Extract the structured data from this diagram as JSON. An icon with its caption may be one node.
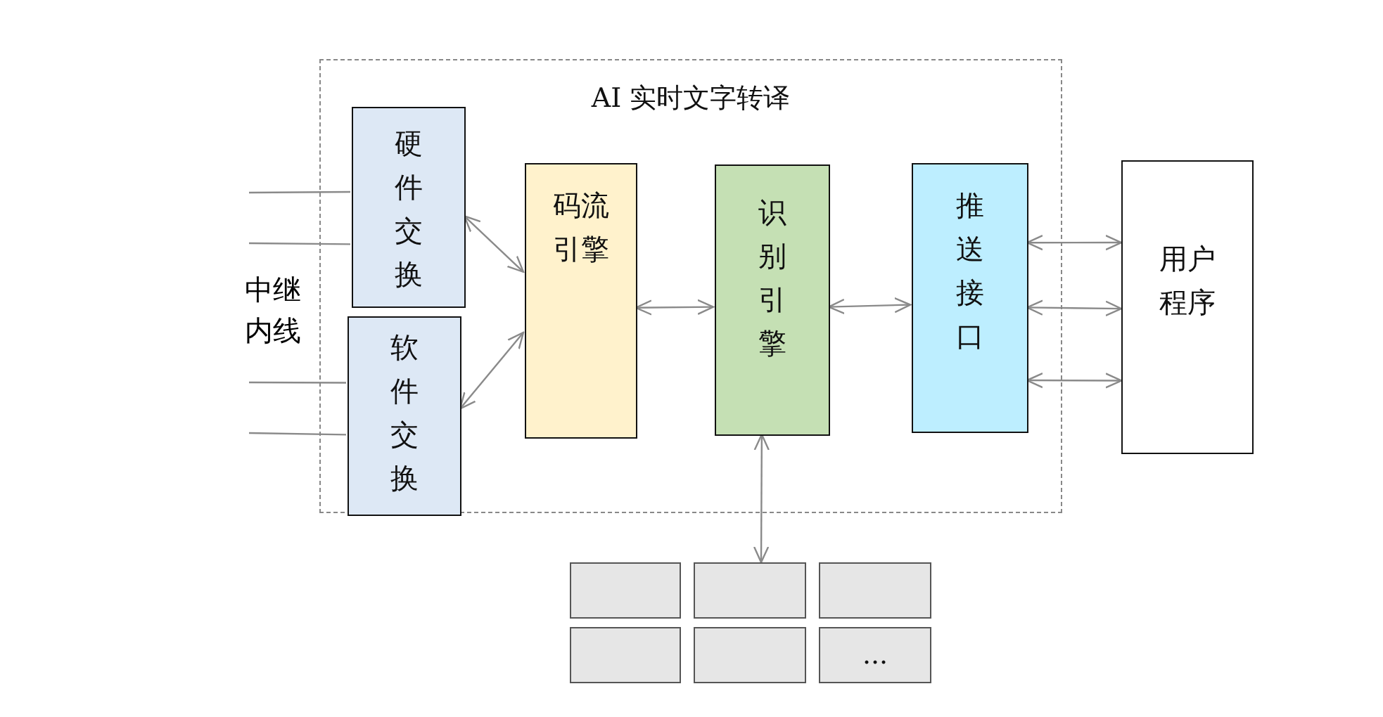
{
  "diagram": {
    "nodes": [
      {
        "text": [
          "AI 实时文字转译"
        ]
      },
      {
        "text": [
          "硬件交换"
        ],
        "in": 0
      },
      {
        "text": [
          "软件交换"
        ],
        "in": 0
      },
      {
        "text": [
          "码流引擎"
        ],
        "in": 0
      },
      {
        "text": [
          "识别引擎"
        ],
        "in": 0
      },
      {
        "text": [
          "推送接口"
        ],
        "in": 0
      },
      {
        "text": [
          "用户程序"
        ]
      },
      {
        "text": [],
        "shape": "box"
      },
      {
        "text": [],
        "shape": "box"
      },
      {
        "text": [],
        "shape": "box"
      },
      {
        "text": [],
        "shape": "box"
      },
      {
        "text": [],
        "shape": "box"
      },
      {
        "text": [
          "..."
        ]
      }
    ],
    "edges": [
      {
        "from": 1,
        "to": 3,
        "arrow": "both"
      },
      {
        "from": 2,
        "to": 3,
        "arrow": "both"
      },
      {
        "from": 3,
        "to": 4,
        "arrow": "both"
      },
      {
        "from": 4,
        "to": 5,
        "arrow": "both"
      },
      {
        "from": 5,
        "to": 6,
        "arrow": "both"
      },
      {
        "from": 5,
        "to": 6,
        "arrow": "both"
      },
      {
        "from": 5,
        "to": 6,
        "arrow": "both"
      },
      {
        "from": 4,
        "to": 8,
        "arrow": "both"
      },
      {
        "from": null,
        "to": 1,
        "arrow": "none"
      },
      {
        "from": null,
        "to": 1,
        "arrow": "none"
      },
      {
        "from": null,
        "to": 2,
        "arrow": "none"
      },
      {
        "from": null,
        "to": 2,
        "arrow": "none"
      }
    ],
    "labels": [
      "中继内线"
    ]
  }
}
